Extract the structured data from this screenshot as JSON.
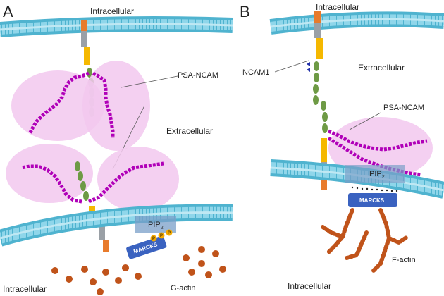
{
  "panels": [
    {
      "letter": "A",
      "labels": {
        "top_region": "Intracellular",
        "mid_region": "Extracellular",
        "bottom_region": "Intracellular",
        "psa_ncam": "PSA-NCAM",
        "pip2": "PIP",
        "pip2_sub": "2",
        "marcks": "MARCKS",
        "phospho": "P",
        "g_actin": "G-actin"
      }
    },
    {
      "letter": "B",
      "labels": {
        "top_region": "Intracellular",
        "mid_region": "Extracellular",
        "bottom_region": "Intracellular",
        "ncam1": "NCAM1",
        "psa_ncam": "PSA-NCAM",
        "pip2": "PIP",
        "pip2_sub": "2",
        "marcks": "MARCKS",
        "f_actin": "F-actin"
      }
    }
  ],
  "colors": {
    "membrane": "#5bc4dd",
    "membrane_light": "#bfe8f3",
    "psa_cloud": "#f2c8ef",
    "psa_chain": "#b000b8",
    "ig_domain": "#6e9a45",
    "tm_orange": "#e87b2c",
    "tm_yellow": "#f5b800",
    "tm_gray": "#9aa0a6",
    "marcks": "#3a62c0",
    "actin": "#c0531a",
    "pip2_box": "#7a9fc8",
    "phospho": "#f2a900"
  }
}
